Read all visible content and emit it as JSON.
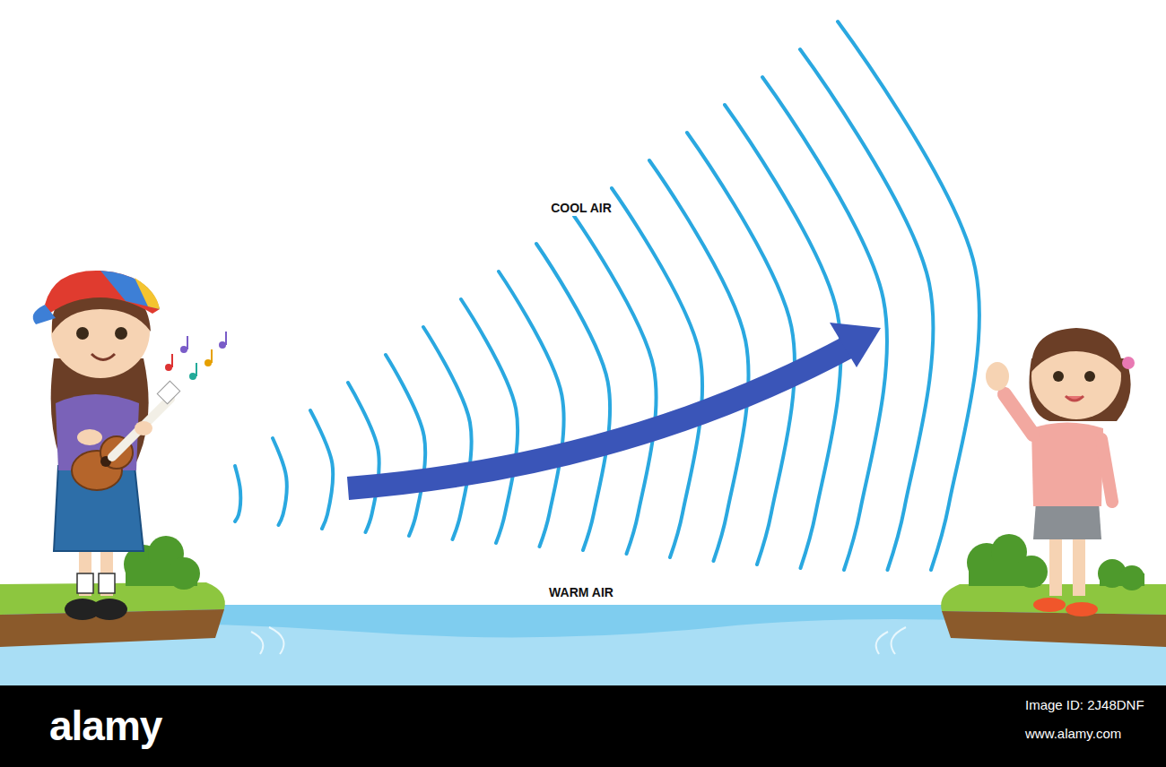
{
  "diagram": {
    "labels": [
      "COOL AIR",
      "WARM AIR",
      "alamy",
      "Image ID: 2J48DNF",
      "www.alamy.com"
    ]
  }
}
